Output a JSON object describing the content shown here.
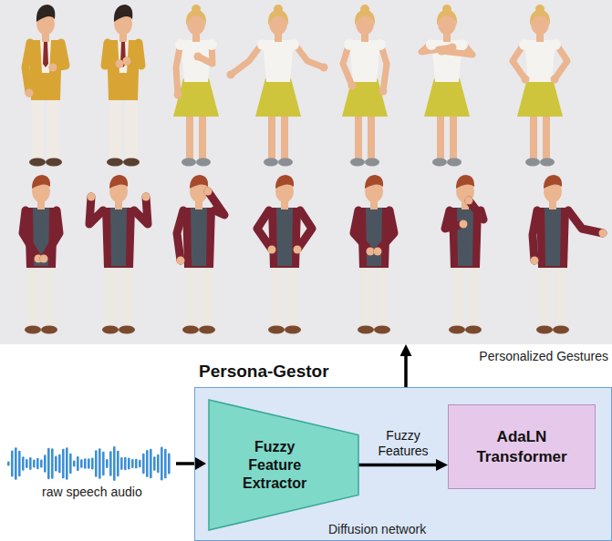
{
  "diagram": {
    "nodes": [
      {
        "text": [
          "Personalized Gestures"
        ]
      },
      {
        "text": [
          "Persona-Gestor",
          "Diffusion network"
        ]
      },
      {
        "text": [
          "Fuzzy Feature Extractor"
        ],
        "in": 1
      },
      {
        "text": [
          "AdaLN Transformer"
        ],
        "in": 1
      }
    ],
    "edges": [
      {
        "from": 2,
        "to": 3,
        "label": "Fuzzy Features",
        "arrow": "to"
      },
      {
        "from": 1,
        "to": 0,
        "arrow": "to"
      }
    ],
    "labels": [
      "raw speech audio"
    ]
  }
}
